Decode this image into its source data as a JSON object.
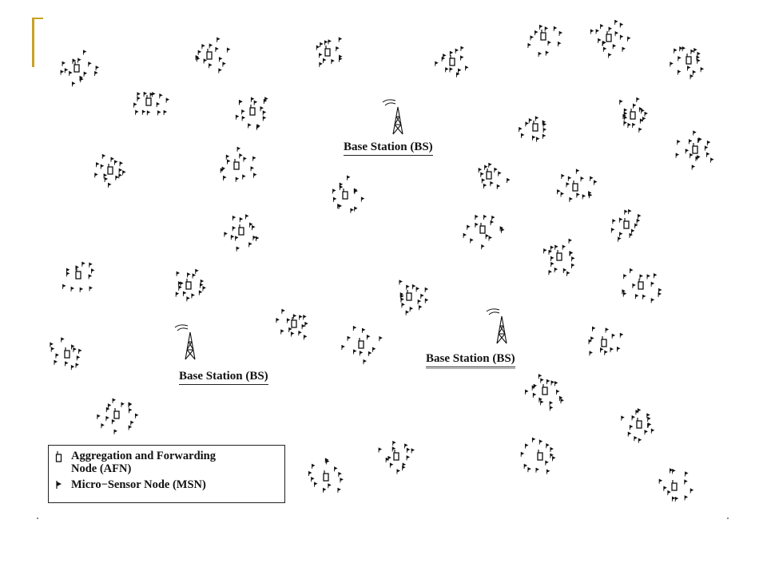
{
  "colors": {
    "accent": "#c9a227",
    "ink": "#111111"
  },
  "icons": {
    "afn": "aggregation-node-icon",
    "msn": "micro-sensor-icon",
    "bs": "antenna-tower-icon"
  },
  "diagram": {
    "base_stations": [
      {
        "label": "Base Station (BS)"
      },
      {
        "label": "Base Station (BS)"
      },
      {
        "label": "Base Station (BS)"
      }
    ],
    "legend": {
      "afn_label_line1": "Aggregation and Forwarding",
      "afn_label_line2": "Node (AFN)",
      "msn_label": "Micro−Sensor Node (MSN)"
    }
  }
}
